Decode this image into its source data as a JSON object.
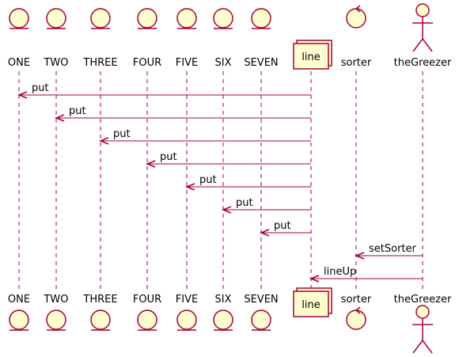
{
  "colors": {
    "participant_fill": "#FEFECE",
    "participant_stroke": "#A80036",
    "message_stroke": "#A80036",
    "lifeline_stroke": "#A80036",
    "text": "#000000"
  },
  "participants": [
    {
      "id": "ONE",
      "label": "ONE",
      "type": "entity"
    },
    {
      "id": "TWO",
      "label": "TWO",
      "type": "entity"
    },
    {
      "id": "THREE",
      "label": "THREE",
      "type": "entity"
    },
    {
      "id": "FOUR",
      "label": "FOUR",
      "type": "entity"
    },
    {
      "id": "FIVE",
      "label": "FIVE",
      "type": "entity"
    },
    {
      "id": "SIX",
      "label": "SIX",
      "type": "entity"
    },
    {
      "id": "SEVEN",
      "label": "SEVEN",
      "type": "entity"
    },
    {
      "id": "line",
      "label": "line",
      "type": "collections"
    },
    {
      "id": "sorter",
      "label": "sorter",
      "type": "control"
    },
    {
      "id": "theGreezer",
      "label": "theGreezer",
      "type": "actor"
    }
  ],
  "messages": [
    {
      "from": "line",
      "to": "ONE",
      "label": "put"
    },
    {
      "from": "line",
      "to": "TWO",
      "label": "put"
    },
    {
      "from": "line",
      "to": "THREE",
      "label": "put"
    },
    {
      "from": "line",
      "to": "FOUR",
      "label": "put"
    },
    {
      "from": "line",
      "to": "FIVE",
      "label": "put"
    },
    {
      "from": "line",
      "to": "SIX",
      "label": "put"
    },
    {
      "from": "line",
      "to": "SEVEN",
      "label": "put"
    },
    {
      "from": "theGreezer",
      "to": "sorter",
      "label": "setSorter"
    },
    {
      "from": "theGreezer",
      "to": "line",
      "label": "lineUp"
    }
  ]
}
